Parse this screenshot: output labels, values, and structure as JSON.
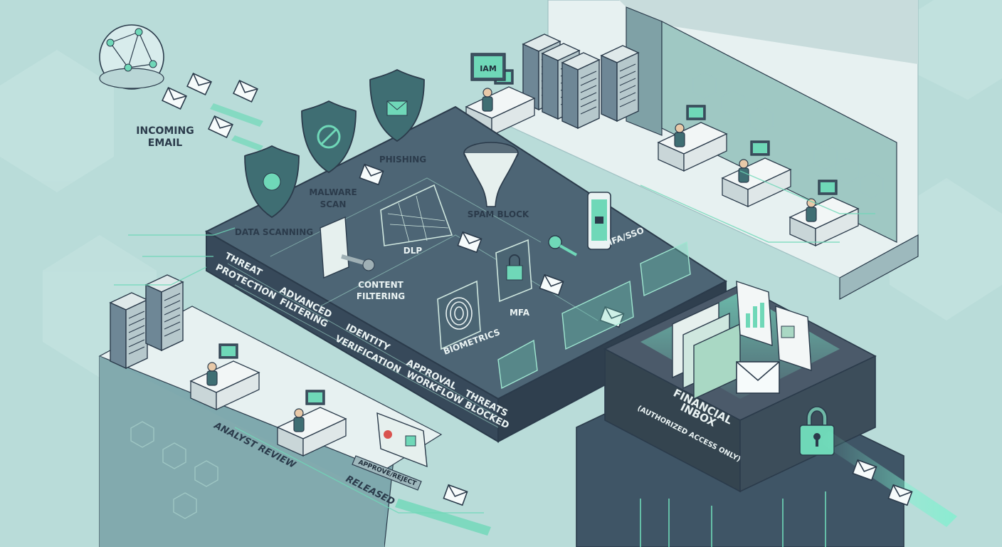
{
  "labels": {
    "incoming_email": [
      "INCOMING",
      "EMAIL"
    ],
    "data_scanning": "DATA SCANNING",
    "malware_scan": [
      "MALWARE",
      "SCAN"
    ],
    "phishing": "PHISHING",
    "spam_block": "SPAM BLOCK",
    "dlp": "DLP",
    "content_filtering": [
      "CONTENT",
      "FILTERING"
    ],
    "mfa_sso": "MFA/SSO",
    "mfa": "MFA",
    "biometrics": "BIOMETRICS",
    "financial_inbox": [
      "FINANCIAL",
      "INBOX",
      "(AUTHORIZED ACCESS ONLY)"
    ],
    "analyst_review": "ANALYST REVIEW",
    "released": "RELEASED",
    "approve_reject": "APPROVE/REJECT"
  },
  "stages": [
    [
      "THREAT",
      "PROTECTION"
    ],
    [
      "ADVANCED",
      "FILTERING"
    ],
    [
      "IDENTITY",
      "VERIFICATION"
    ],
    [
      "APPROVAL",
      "WORKFLOW"
    ],
    [
      "THREATS",
      "BLOCKED"
    ]
  ],
  "colors": {
    "background": "#b9dcd9",
    "platform_top": "#4d6575",
    "platform_edge": "#37495a",
    "floor": "#e7f1f1",
    "accent": "#5fd8b8",
    "shield": "#3f6e73",
    "server": "#4b5a6a"
  },
  "icons": [
    "globe-icon",
    "envelope-icon",
    "shield-icon",
    "funnel-icon",
    "net-icon",
    "scroll-icon",
    "padlock-icon",
    "key-icon",
    "phone-icon",
    "fingerprint-icon",
    "server-icon",
    "folder-icon",
    "chart-doc-icon"
  ]
}
